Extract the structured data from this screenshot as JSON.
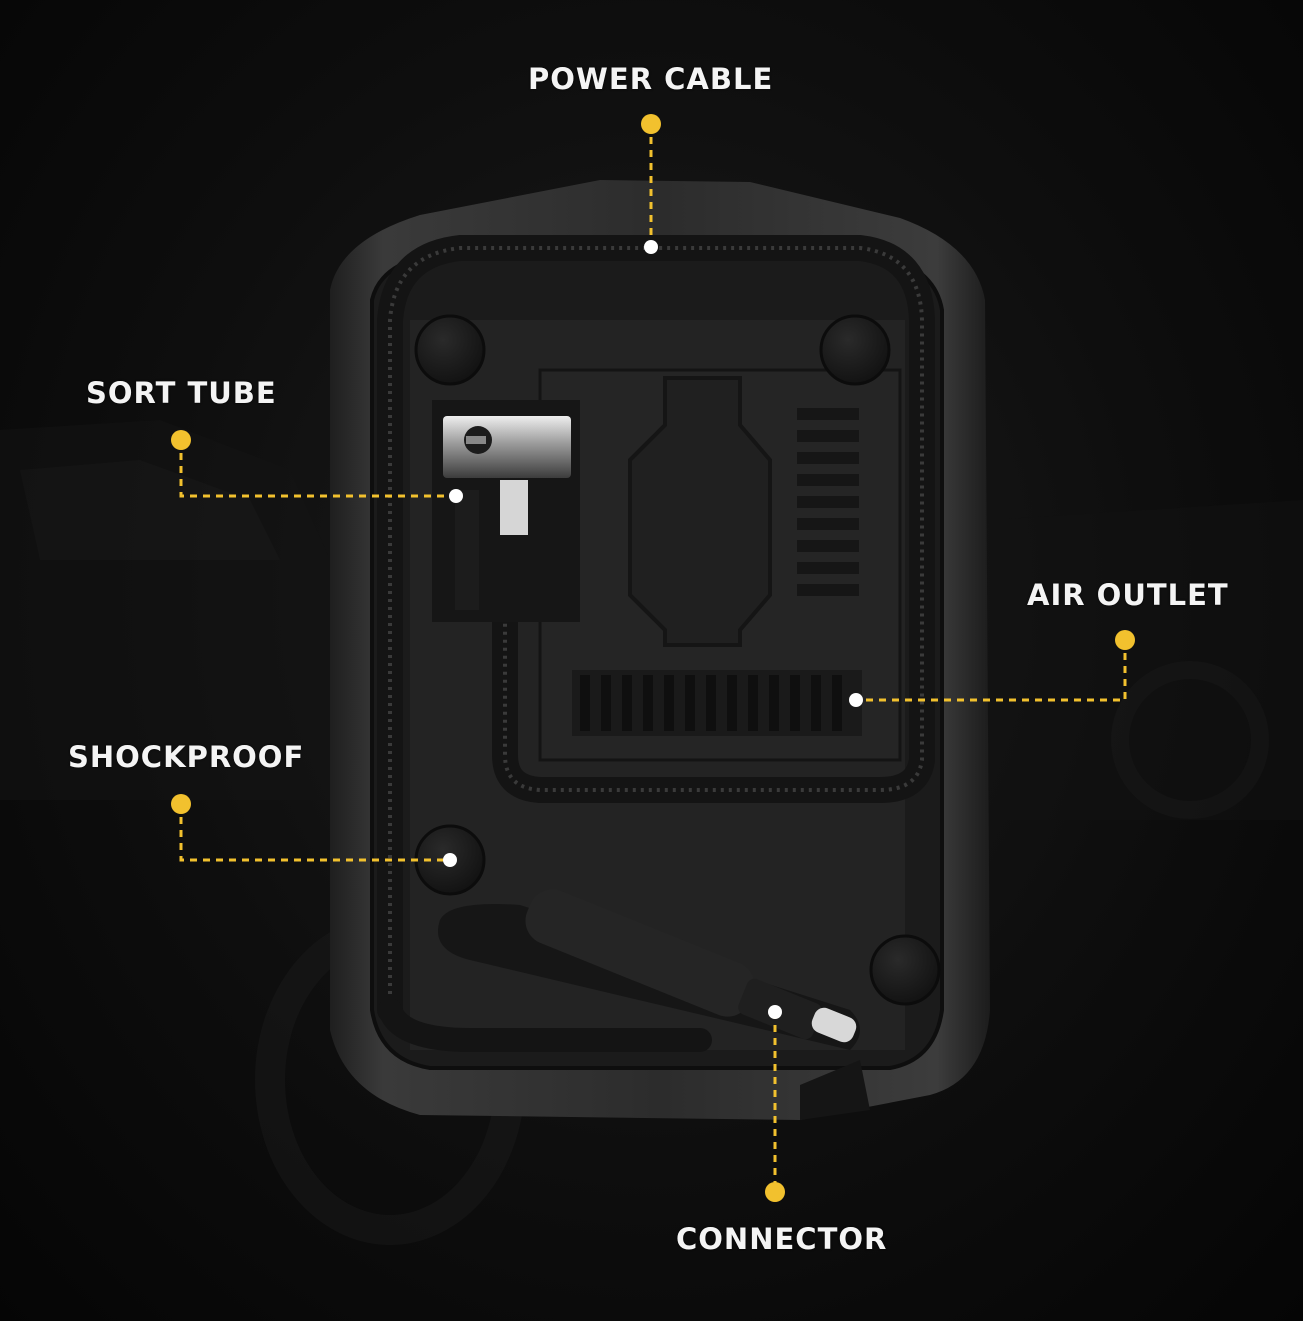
{
  "callouts": [
    {
      "key": "power-cable",
      "label": "POWER CABLE"
    },
    {
      "key": "sort-tube",
      "label": "SORT TUBE"
    },
    {
      "key": "air-outlet",
      "label": "AIR OUTLET"
    },
    {
      "key": "shockproof",
      "label": "SHOCKPROOF"
    },
    {
      "key": "connector",
      "label": "CONNECTOR"
    }
  ],
  "colors": {
    "accent": "#f2c12e",
    "marker_white": "#ffffff",
    "label_text": "#f4f4f4",
    "device_body": "#2a2a2a",
    "background": "#0a0a0a"
  }
}
